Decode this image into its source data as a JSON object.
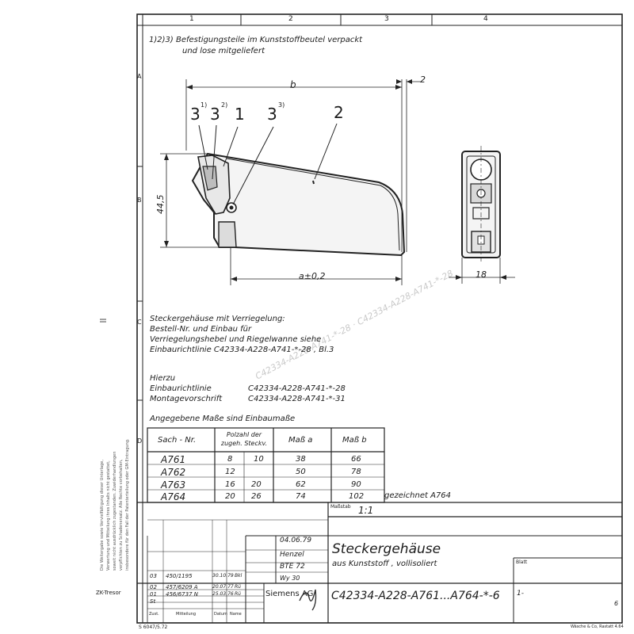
{
  "grid": {
    "columns": [
      "1",
      "2",
      "3",
      "4"
    ],
    "rows": [
      "A",
      "B",
      "C",
      "D"
    ]
  },
  "notes": {
    "footnote_line1": "1)2)3) Befestigungsteile im Kunststoffbeutel verpackt",
    "footnote_line2": "und lose mitgeliefert"
  },
  "callouts": {
    "c1": "3",
    "c1_sup": "1)",
    "c2": "3",
    "c2_sup": "2)",
    "c3": "1",
    "c4": "3",
    "c4_sup": "3)",
    "c5": "2"
  },
  "dimensions": {
    "b": "b",
    "two": "2",
    "height": "44,5",
    "a": "a±0,2",
    "eighteen": "18"
  },
  "description": {
    "line1": "Steckergehäuse mit Verriegelung:",
    "line2": "Bestell-Nr. und Einbau für",
    "line3": "Verriegelungshebel und Riegelwanne siehe",
    "line4": "Einbaurichtlinie C42334-A228-A741-*-28 , Bl.3",
    "hierzu": "Hierzu",
    "ref1_label": "Einbaurichtlinie",
    "ref1_code": "C42334-A228-A741-*-28",
    "ref2_label": "Montagevorschrift",
    "ref2_code": "C42334-A228-A741-*-31",
    "note": "Angegebene Maße sind Einbaumaße"
  },
  "table": {
    "headers": [
      "Sach - Nr.",
      "Polzahl der zugeh. Steckv.",
      "Maß a",
      "Maß b"
    ],
    "rows": [
      {
        "nr": "A761",
        "pol1": "8",
        "pol2": "10",
        "a": "38",
        "b": "66"
      },
      {
        "nr": "A762",
        "pol1": "12",
        "pol2": "",
        "a": "50",
        "b": "78"
      },
      {
        "nr": "A763",
        "pol1": "16",
        "pol2": "20",
        "a": "62",
        "b": "90"
      },
      {
        "nr": "A764",
        "pol1": "20",
        "pol2": "26",
        "a": "74",
        "b": "102"
      }
    ],
    "drawn_note": "gezeichnet A764"
  },
  "titleblock": {
    "scale_label": "Maßstab",
    "scale": "1:1",
    "date": "04.06.79",
    "drawn_by": "Henzel",
    "checked": "BTE 72",
    "checked2": "Wy 30",
    "title": "Steckergehäuse",
    "subtitle": "aus Kunststoff , vollisoliert",
    "company": "Siemens AG",
    "number": "C42334-A228-A761...A764-*-6",
    "sheet_label": "Blatt",
    "sheet_no": "1-",
    "sheet_count": "6",
    "revisions": [
      {
        "code": "03",
        "no": "450/1195",
        "date": "30.10.79",
        "sig": "Bkl"
      },
      {
        "code": "02",
        "no": "457/6209 A",
        "date": "20.07.77",
        "sig": "Rü"
      },
      {
        "code": "01",
        "no": "456/6737 N",
        "date": "25.03.76",
        "sig": "Rü"
      },
      {
        "code": "St",
        "no": "",
        "date": "",
        "sig": ""
      }
    ],
    "rev_headers": [
      "Zust.",
      "Mitteilung",
      "Datum",
      "Name"
    ],
    "tresor": "ZK-Tresor",
    "form_no": "S 6047/5.72",
    "printer": "Wäsche & Co, Rastatt 4.64"
  },
  "margin_text": [
    "Die Weitergabe sowie Vervielfältigung dieser Unterlage,",
    "Verwertung und Mitteilung ihres Inhalts nicht gestattet,",
    "soweit nicht ausdrücklich zugestanden. Zuwiderhandlungen",
    "verpflichten zu Schadenersatz. Alle Rechte vorbehalten,",
    "insbesondere für den Fall der Patenterteilung oder GM-Eintragung."
  ],
  "watermark": "C42334-A228-A741-*-28 · C42334-A228-A741-*-28"
}
